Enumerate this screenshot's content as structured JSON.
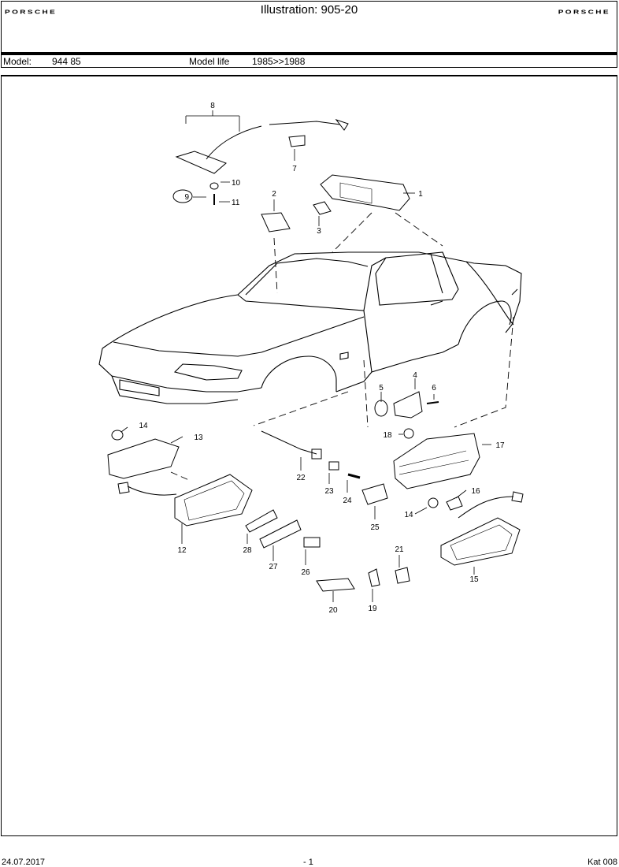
{
  "header": {
    "brand_left": "PORSCHE",
    "brand_right": "PORSCHE",
    "title": "Illustration: 905-20"
  },
  "model_bar": {
    "model_label": "Model:",
    "model_value": "944 85",
    "life_label": "Model life",
    "life_value": "1985>>1988"
  },
  "callouts": [
    "1",
    "2",
    "3",
    "4",
    "5",
    "6",
    "7",
    "8",
    "9",
    "10",
    "11",
    "12",
    "13",
    "14",
    "14",
    "15",
    "16",
    "17",
    "18",
    "19",
    "20",
    "21",
    "22",
    "23",
    "24",
    "25",
    "26",
    "27",
    "28"
  ],
  "footer": {
    "date": "24.07.2017",
    "page": "- 1",
    "catalog": "Kat 008"
  }
}
